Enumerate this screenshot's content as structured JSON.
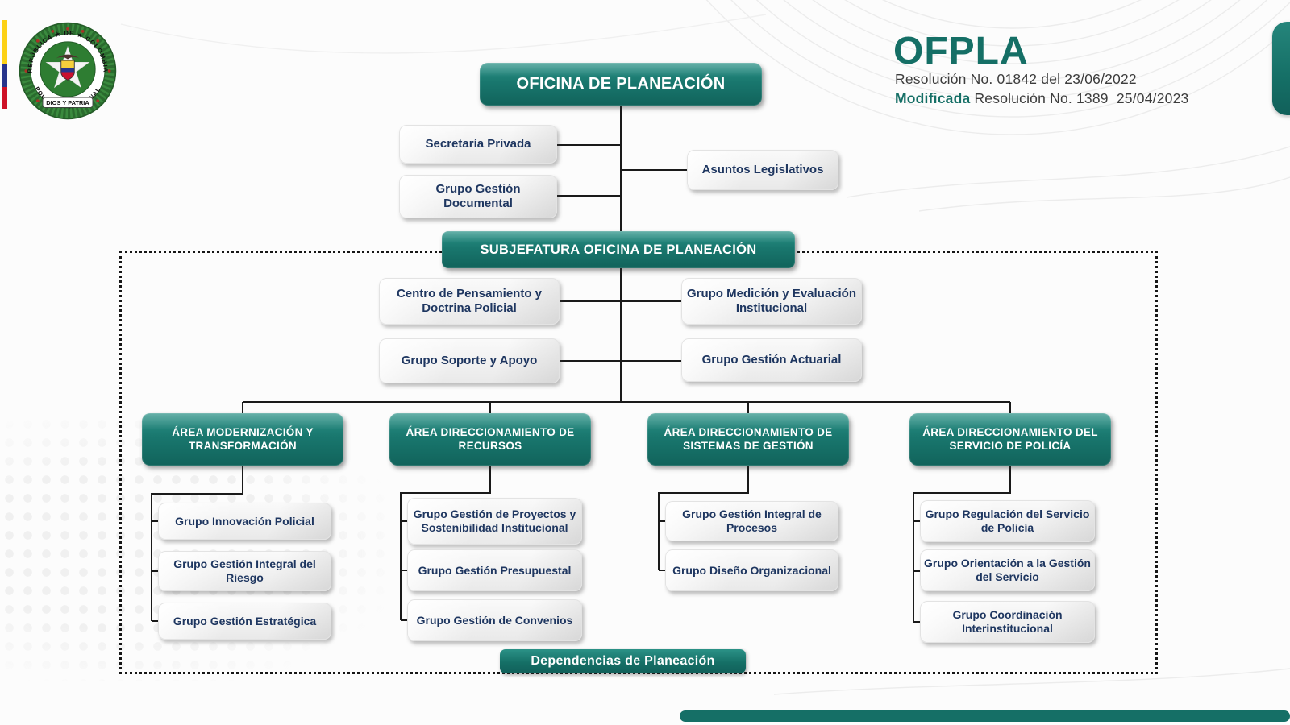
{
  "colors": {
    "teal": "#156f66",
    "teal_dark": "#0e5a52",
    "navy_text": "#1e3660",
    "box_gray": "#efefef",
    "flag_yellow": "#fcd116",
    "flag_blue": "#27348b",
    "flag_red": "#ce1126"
  },
  "logo": {
    "motto_top": "REPÚBLICA ★ DE ★ COLOMBIA",
    "motto_bottom": "POLICÍA ★ NACIONAL",
    "banner": "DIOS Y PATRIA"
  },
  "header": {
    "sigla": "OFPLA",
    "resolution": "Resolución No. 01842 del 23/06/2022",
    "modified_word": "Modificada",
    "modified_rest": "Resolución No. 1389  25/04/2023"
  },
  "org": {
    "root": "OFICINA DE PLANEACIÓN",
    "secretaria": "Secretaría Privada",
    "gestion_documental": "Grupo Gestión Documental",
    "asuntos": "Asuntos Legislativos",
    "subjefatura": "SUBJEFATURA OFICINA DE PLANEACIÓN",
    "centro_pensamiento": "Centro de Pensamiento y Doctrina Policial",
    "medicion": "Grupo Medición y Evaluación Institucional",
    "soporte": "Grupo Soporte y Apoyo",
    "actuarial": "Grupo Gestión Actuarial",
    "areas": [
      {
        "label": "ÁREA MODERNIZACIÓN Y TRANSFORMACIÓN",
        "groups": [
          "Grupo Innovación Policial",
          "Grupo Gestión Integral del Riesgo",
          "Grupo Gestión Estratégica"
        ]
      },
      {
        "label": "ÁREA DIRECCIONAMIENTO DE RECURSOS",
        "groups": [
          "Grupo Gestión de Proyectos y Sostenibilidad Institucional",
          "Grupo Gestión Presupuestal",
          "Grupo Gestión de Convenios"
        ]
      },
      {
        "label": "ÁREA DIRECCIONAMIENTO DE SISTEMAS DE GESTIÓN",
        "groups": [
          "Grupo Gestión Integral de Procesos",
          "Grupo Diseño Organizacional"
        ]
      },
      {
        "label": "ÁREA DIRECCIONAMIENTO DEL SERVICIO DE POLICÍA",
        "groups": [
          "Grupo Regulación del Servicio de Policía",
          "Grupo Orientación a la Gestión del Servicio",
          "Grupo Coordinación Interinstitucional"
        ]
      }
    ],
    "footer_band": "Dependencias de Planeación"
  }
}
